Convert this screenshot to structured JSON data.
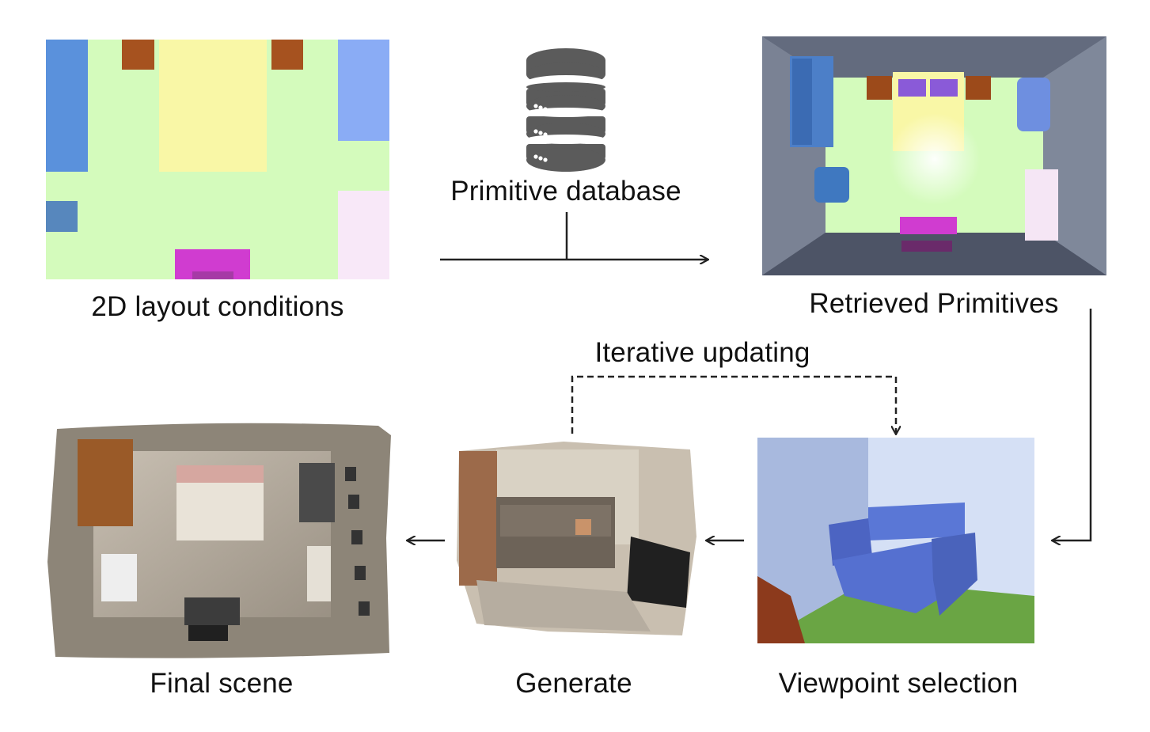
{
  "labels": {
    "layout": "2D layout conditions",
    "database": "Primitive database",
    "retrieved": "Retrieved Primitives",
    "iterative": "Iterative updating",
    "final": "Final scene",
    "generate": "Generate",
    "viewpoint": "Viewpoint selection"
  },
  "colors": {
    "floor_green": "#d4fbbc",
    "wardrobe_blue": "#5a91dc",
    "armchair_blue": "#8aacf5",
    "small_blue": "#5787bd",
    "bed_yellow": "#f9f7a6",
    "nightstand_brown": "#a6521f",
    "tv_magenta": "#d03cd0",
    "desk_pink": "#f8e8f8",
    "wall_gray": "#6c7486",
    "database_gray": "#5b5b5b",
    "sofa_blue": "#5570d0",
    "viewpoint_floor": "#6aa544"
  },
  "icons": [
    "database-icon",
    "arrow-right-icon",
    "arrow-left-icon",
    "arrow-down-icon"
  ]
}
